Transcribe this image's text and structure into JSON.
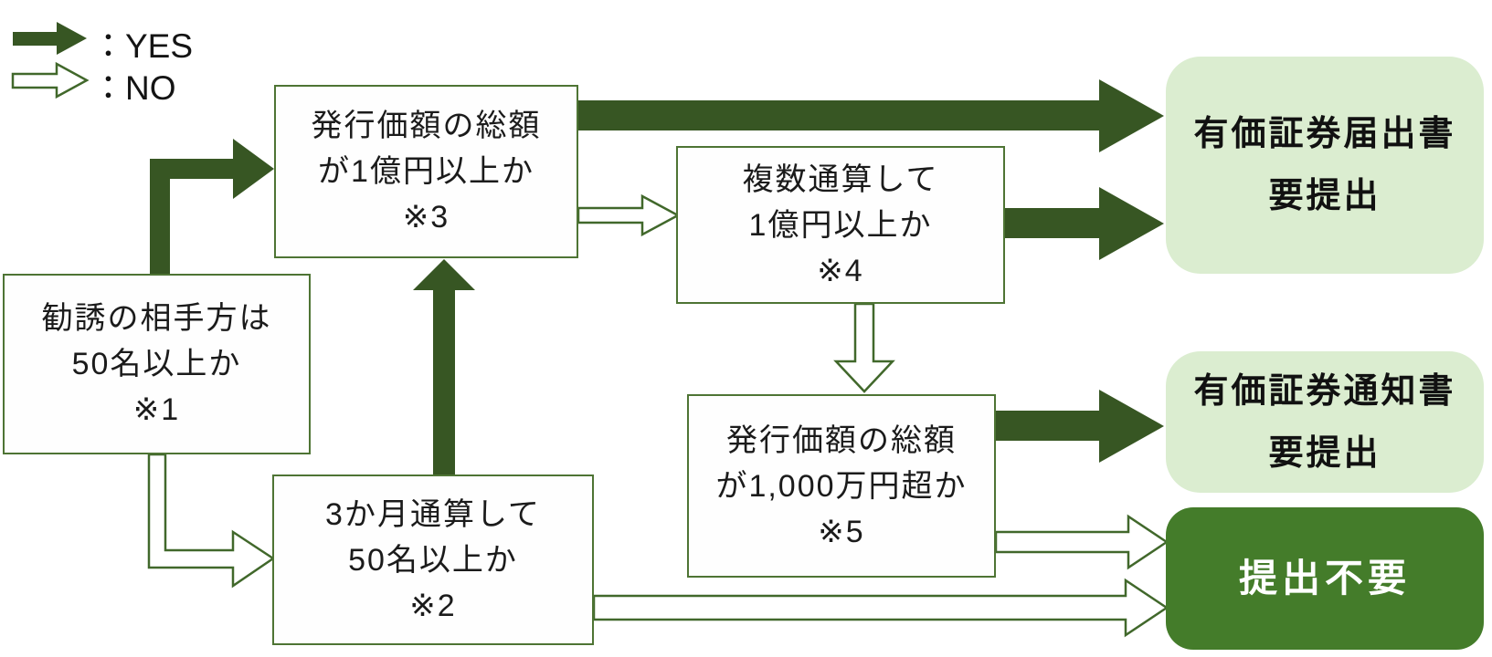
{
  "colors": {
    "dark_green": "#375623",
    "outline_green": "#41682b",
    "border_green": "#4e7434",
    "light_green": "#dbedd0",
    "result_green": "#447c2a"
  },
  "legend": {
    "yes_label": "：YES",
    "no_label": "：NO"
  },
  "nodes": {
    "q1": {
      "lines": [
        "勧誘の相手方は",
        "50名以上か",
        "※1"
      ]
    },
    "q2": {
      "lines": [
        "3か月通算して",
        "50名以上か",
        "※2"
      ]
    },
    "q3": {
      "lines": [
        "発行価額の総額",
        "が1億円以上か",
        "※3"
      ]
    },
    "q4": {
      "lines": [
        "複数通算して",
        "1億円以上か",
        "※4"
      ]
    },
    "q5": {
      "lines": [
        "発行価額の総額",
        "が1,000万円超か",
        "※5"
      ]
    }
  },
  "results": {
    "todokede": {
      "lines": [
        "有価証券届出書",
        "要提出"
      ]
    },
    "tsuchi": {
      "lines": [
        "有価証券通知書",
        "要提出"
      ]
    },
    "fuyo": {
      "lines": [
        "提出不要"
      ]
    }
  },
  "edges": [
    {
      "from": "q1",
      "to": "q3",
      "answer": "YES"
    },
    {
      "from": "q1",
      "to": "q2",
      "answer": "NO"
    },
    {
      "from": "q2",
      "to": "q3",
      "answer": "YES"
    },
    {
      "from": "q2",
      "to": "result_fuyo",
      "answer": "NO"
    },
    {
      "from": "q3",
      "to": "result_todokede",
      "answer": "YES"
    },
    {
      "from": "q3",
      "to": "q4",
      "answer": "NO"
    },
    {
      "from": "q4",
      "to": "result_todokede",
      "answer": "YES"
    },
    {
      "from": "q4",
      "to": "q5",
      "answer": "NO"
    },
    {
      "from": "q5",
      "to": "result_tsuchi",
      "answer": "YES"
    },
    {
      "from": "q5",
      "to": "result_fuyo",
      "answer": "NO"
    }
  ]
}
